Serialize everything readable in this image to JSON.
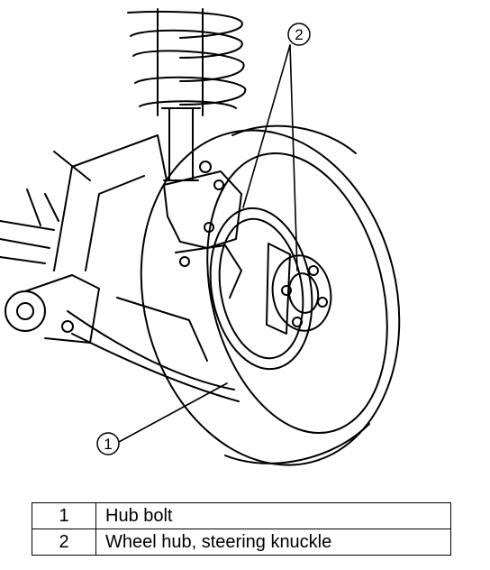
{
  "callouts": [
    {
      "number": "1"
    },
    {
      "number": "2"
    }
  ],
  "legend": {
    "rows": [
      {
        "number": "1",
        "label": "Hub bolt"
      },
      {
        "number": "2",
        "label": "Wheel hub, steering knuckle"
      }
    ]
  }
}
